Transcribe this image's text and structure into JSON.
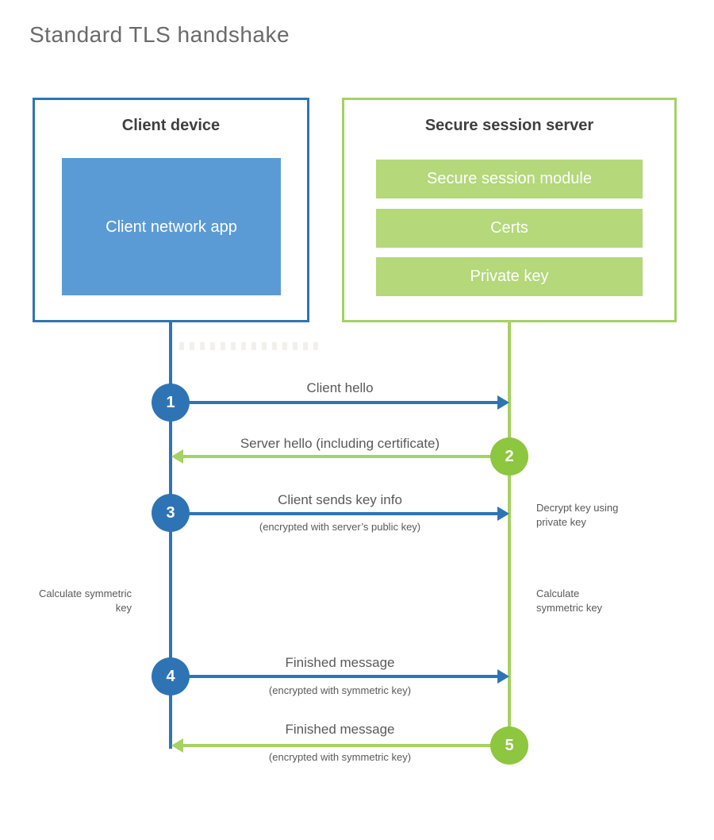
{
  "title": "Standard TLS handshake",
  "client": {
    "title": "Client device",
    "app_label": "Client network app"
  },
  "server": {
    "title": "Secure session server",
    "modules": [
      {
        "label": "Secure session module"
      },
      {
        "label": "Certs"
      },
      {
        "label": "Private key"
      }
    ]
  },
  "steps": [
    {
      "num": "1",
      "direction": "client-to-server",
      "label": "Client hello",
      "sublabel": ""
    },
    {
      "num": "2",
      "direction": "server-to-client",
      "label": "Server hello (including certificate)",
      "sublabel": ""
    },
    {
      "num": "3",
      "direction": "client-to-server",
      "label": "Client sends key info",
      "sublabel": "(encrypted with server’s public key)"
    },
    {
      "num": "4",
      "direction": "client-to-server",
      "label": "Finished message",
      "sublabel": "(encrypted with symmetric key)"
    },
    {
      "num": "5",
      "direction": "server-to-client",
      "label": "Finished message",
      "sublabel": "(encrypted with symmetric key)"
    }
  ],
  "annotations": {
    "decrypt_note": "Decrypt key using private key",
    "client_calculate_note": "Calculate symmetric key",
    "server_calculate_note": "Calculate symmetric key"
  },
  "colors": {
    "blue": "#2e74b5",
    "blue_fill": "#5b9bd5",
    "green_line": "#a6d163",
    "green_fill": "#b4d87a",
    "green_circle": "#8dc63f",
    "heading_text": "#3f3f3f",
    "label_text": "#595959"
  }
}
